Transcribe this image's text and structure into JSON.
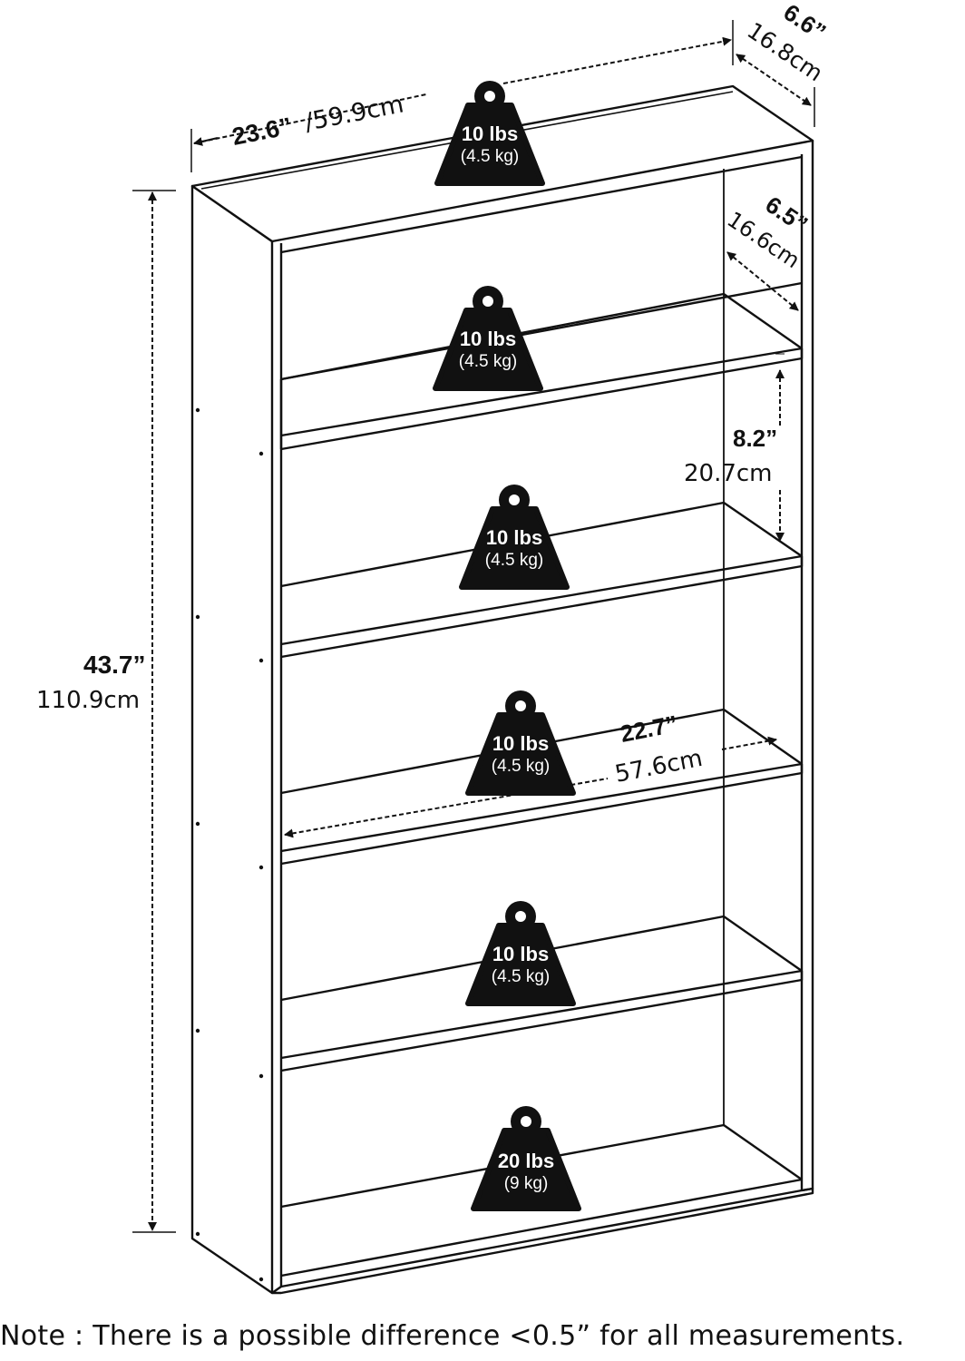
{
  "dimensions": {
    "width_in": "23.6”",
    "width_cm": "/59.9cm",
    "depth_in": "6.6”",
    "depth_cm": "16.8cm",
    "height_in": "43.7”",
    "height_cm": "110.9cm",
    "inner_depth_in": "6.5”",
    "inner_depth_cm": "16.6cm",
    "shelf_spacing_in": "8.2”",
    "shelf_spacing_cm": "20.7cm",
    "inner_width_in": "22.7”",
    "inner_width_cm": "57.6cm"
  },
  "weights": [
    {
      "lbs": "10 lbs",
      "kg": "(4.5 kg)"
    },
    {
      "lbs": "10 lbs",
      "kg": "(4.5 kg)"
    },
    {
      "lbs": "10 lbs",
      "kg": "(4.5 kg)"
    },
    {
      "lbs": "10 lbs",
      "kg": "(4.5 kg)"
    },
    {
      "lbs": "10 lbs",
      "kg": "(4.5 kg)"
    },
    {
      "lbs": "20 lbs",
      "kg": "(9 kg)"
    }
  ],
  "note": "Note : There is a possible difference <0.5” for all measurements."
}
